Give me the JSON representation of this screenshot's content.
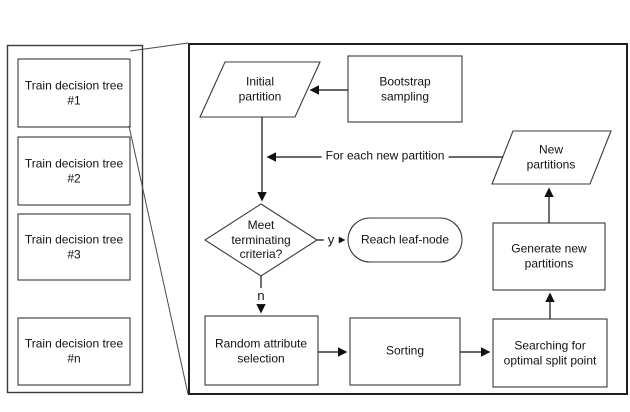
{
  "palette": {
    "background": "#ffffff",
    "ink": "#1a1a1a",
    "node_stroke": "#3a3a3a"
  },
  "left_panel": {
    "items": [
      {
        "label": "Train decision tree #1"
      },
      {
        "label": "Train decision tree #2"
      },
      {
        "label": "Train decision tree #3"
      },
      {
        "label": "Train decision tree #n"
      }
    ]
  },
  "flowchart": {
    "nodes": {
      "initial_partition": "Initial partition",
      "bootstrap_sampling": "Bootstrap sampling",
      "new_partitions": "New partitions",
      "meet_terminating_criteria": "Meet terminating criteria?",
      "reach_leaf_node": "Reach leaf-node",
      "random_attribute_selection": "Random attribute selection",
      "sorting": "Sorting",
      "searching_optimal_split": "Searching for optimal split point",
      "generate_new_partitions": "Generate new partitions"
    },
    "edge_labels": {
      "for_each_new_partition": "For each new partition",
      "yes": "y",
      "no": "n"
    }
  }
}
